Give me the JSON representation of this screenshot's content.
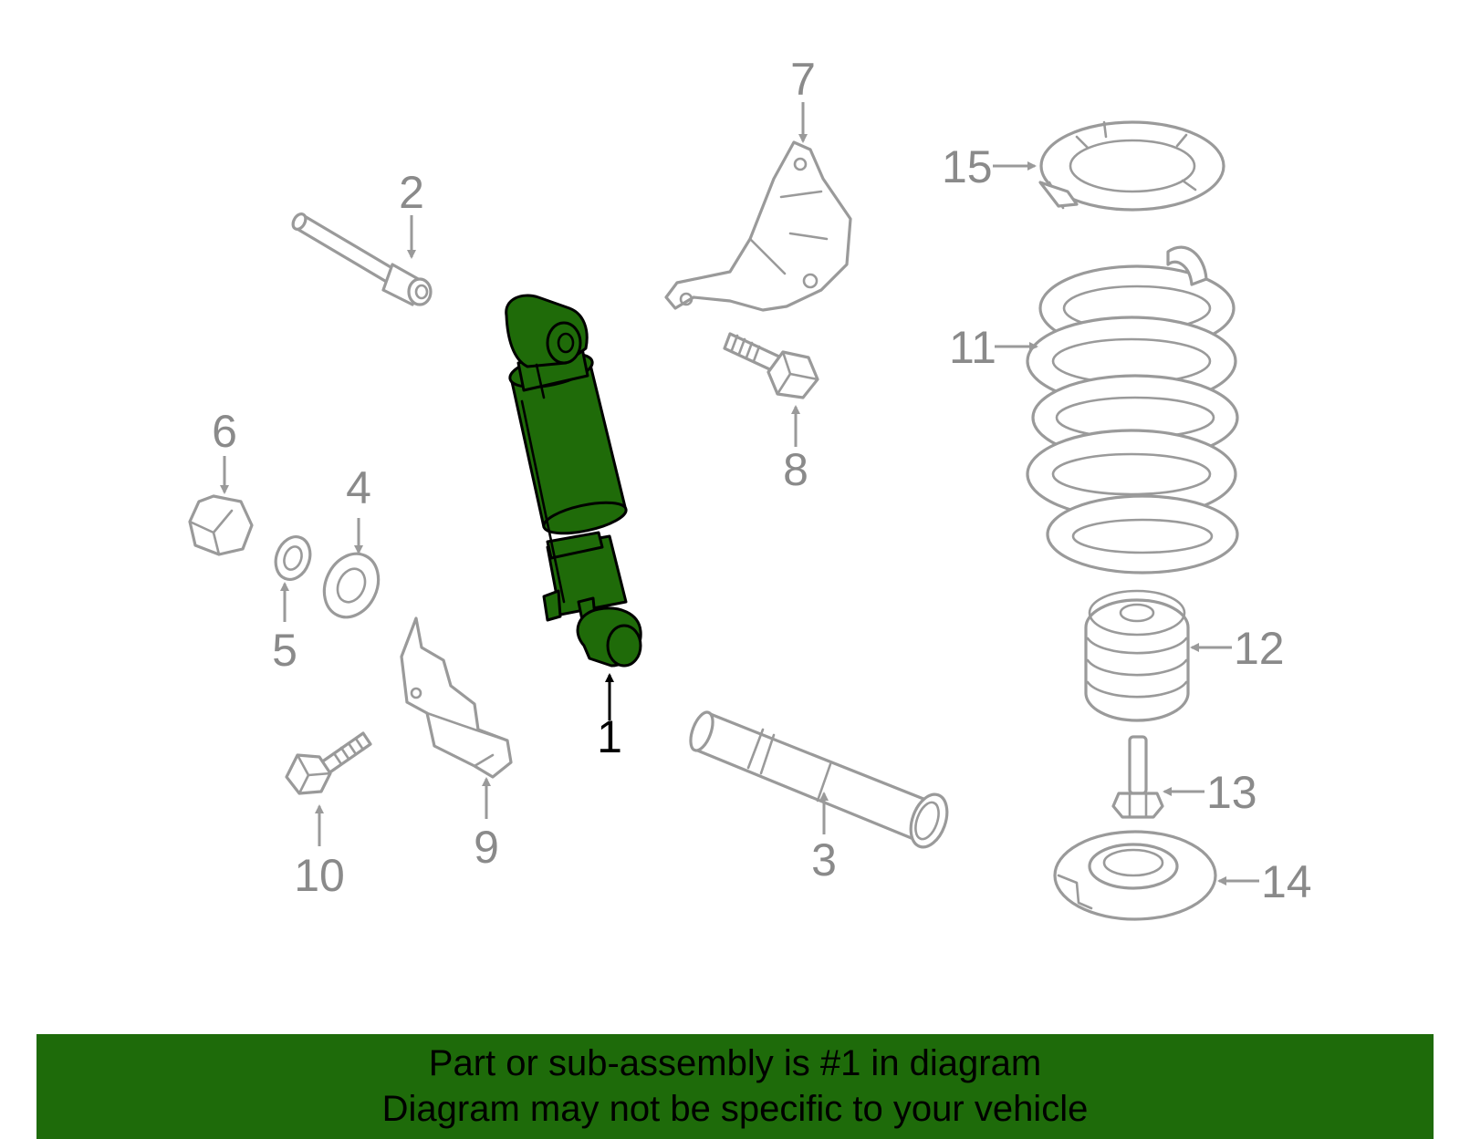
{
  "diagram": {
    "highlight_color": "#1f6b09",
    "part_outline_color": "#9a9a9a",
    "callouts": {
      "c1": "1",
      "c2": "2",
      "c3": "3",
      "c4": "4",
      "c5": "5",
      "c6": "6",
      "c7": "7",
      "c8": "8",
      "c9": "9",
      "c10": "10",
      "c11": "11",
      "c12": "12",
      "c13": "13",
      "c14": "14",
      "c15": "15"
    },
    "highlighted_part": "1"
  },
  "banner": {
    "background": "#1e6b0a",
    "line1": "Part or sub-assembly is #1 in diagram",
    "line2": "Diagram may not be specific to your vehicle"
  }
}
